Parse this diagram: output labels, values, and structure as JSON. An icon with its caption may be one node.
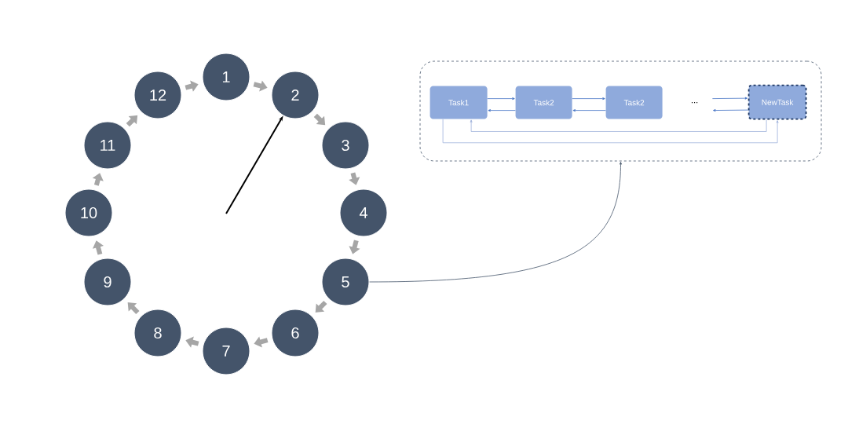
{
  "diagram": {
    "nodes": [
      {
        "text": [
          "1"
        ]
      },
      {
        "text": [
          "2"
        ]
      },
      {
        "text": [
          "3"
        ]
      },
      {
        "text": [
          "4"
        ]
      },
      {
        "text": [
          "5"
        ]
      },
      {
        "text": [
          "6"
        ]
      },
      {
        "text": [
          "7"
        ]
      },
      {
        "text": [
          "8"
        ]
      },
      {
        "text": [
          "9"
        ]
      },
      {
        "text": [
          "10"
        ]
      },
      {
        "text": [
          "11"
        ]
      },
      {
        "text": [
          "12"
        ]
      },
      {
        "text": [],
        "shape": "box"
      },
      {
        "text": [
          "Task1"
        ],
        "in": 12
      },
      {
        "text": [
          "Task2"
        ],
        "in": 12
      },
      {
        "text": [
          "Task2"
        ],
        "in": 12
      },
      {
        "text": [
          "..."
        ],
        "in": 12
      },
      {
        "text": [
          "NewTask"
        ],
        "in": 12
      }
    ],
    "edges": [
      {
        "from": 0,
        "to": 1,
        "arrow": "to"
      },
      {
        "from": 1,
        "to": 2,
        "arrow": "to"
      },
      {
        "from": 2,
        "to": 3,
        "arrow": "to"
      },
      {
        "from": 3,
        "to": 4,
        "arrow": "to"
      },
      {
        "from": 4,
        "to": 5,
        "arrow": "to"
      },
      {
        "from": 5,
        "to": 6,
        "arrow": "to"
      },
      {
        "from": 6,
        "to": 7,
        "arrow": "to"
      },
      {
        "from": 7,
        "to": 8,
        "arrow": "to"
      },
      {
        "from": 8,
        "to": 9,
        "arrow": "to"
      },
      {
        "from": 9,
        "to": 10,
        "arrow": "to"
      },
      {
        "from": 10,
        "to": 11,
        "arrow": "to"
      },
      {
        "from": 11,
        "to": 0,
        "arrow": "to"
      },
      {
        "from": null,
        "to": 1,
        "arrow": "to",
        "color": "#000000"
      },
      {
        "from": 4,
        "to": 12,
        "arrow": "to",
        "color": "#44546a"
      },
      {
        "from": 13,
        "to": 14,
        "arrow": "to",
        "color": "#4472c4"
      },
      {
        "from": 14,
        "to": 13,
        "arrow": "to",
        "color": "#4472c4"
      },
      {
        "from": 14,
        "to": 15,
        "arrow": "to",
        "color": "#4472c4"
      },
      {
        "from": 15,
        "to": 14,
        "arrow": "to",
        "color": "#4472c4"
      },
      {
        "from": 16,
        "to": 17,
        "arrow": "to",
        "color": "#4472c4"
      },
      {
        "from": 17,
        "to": 16,
        "arrow": "to",
        "color": "#4472c4"
      },
      {
        "from": 17,
        "to": 13,
        "arrow": "to",
        "color": "#9fb3dc"
      },
      {
        "from": 13,
        "to": 17,
        "arrow": "to",
        "color": "#9fb3dc"
      }
    ]
  }
}
